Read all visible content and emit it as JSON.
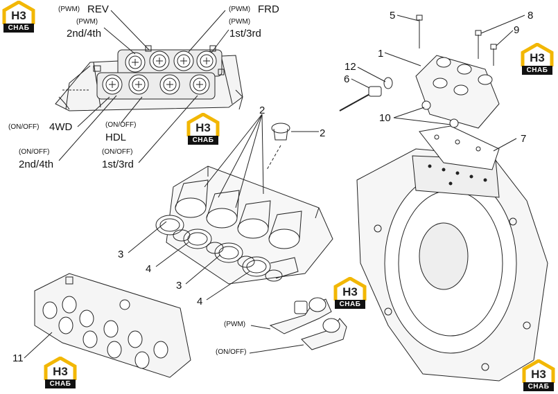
{
  "labels": {
    "rev_mode": "(PWM)",
    "rev": "REV",
    "frd_mode": "(PWM)",
    "frd": "FRD",
    "pwm_24_mode": "(PWM)",
    "pwm_24": "2nd/4th",
    "pwm_13_mode": "(PWM)",
    "pwm_13": "1st/3rd",
    "wd_mode": "(ON/OFF)",
    "wd": "4WD",
    "hdl_mode": "(ON/OFF)",
    "hdl": "HDL",
    "onoff_24_mode": "(ON/OFF)",
    "onoff_24": "2nd/4th",
    "onoff_13_mode": "(ON/OFF)",
    "onoff_13": "1st/3rd",
    "pwm_valve": "(PWM)",
    "onoff_valve": "(ON/OFF)"
  },
  "callouts": {
    "n1": "1",
    "n2a": "2",
    "n2b": "2",
    "n3a": "3",
    "n3b": "3",
    "n4a": "4",
    "n4b": "4",
    "n5": "5",
    "n6": "6",
    "n7": "7",
    "n8": "8",
    "n9": "9",
    "n10": "10",
    "n11": "11",
    "n12": "12"
  },
  "watermark": {
    "mark": "H3",
    "word": "CHAБ",
    "color": "#f2b705"
  }
}
